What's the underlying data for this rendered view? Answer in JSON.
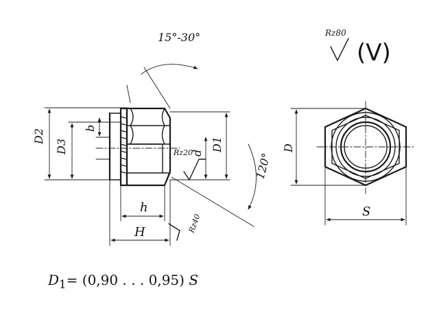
{
  "labels": {
    "D2": "D2",
    "D3": "D3",
    "b": "b",
    "d": "d",
    "D1": "D1",
    "rz20": "Rz20",
    "rz40": "Rz40",
    "rz80": "Rz80",
    "h": "h",
    "H": "H",
    "angle_top": "15°-30°",
    "angle_right": "120°",
    "D": "D",
    "S": "S",
    "finish_symbol": "(V)"
  },
  "formula": {
    "lhs_var": "D",
    "lhs_sub": "1",
    "equals": "=",
    "rhs": "(0,90 . . . 0,95)",
    "rhs_var": "S"
  }
}
